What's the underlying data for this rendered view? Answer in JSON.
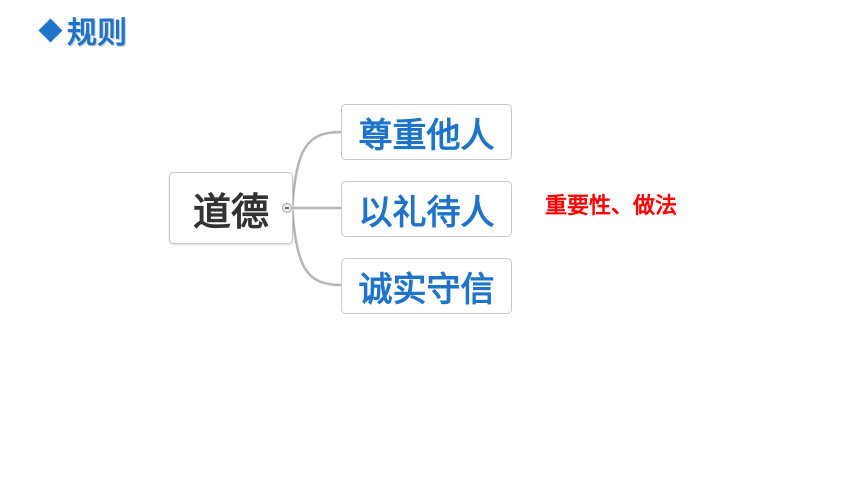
{
  "heading": {
    "marker": "diamond",
    "text": "规则"
  },
  "root": {
    "label": "道德"
  },
  "children": [
    {
      "label": "尊重他人"
    },
    {
      "label": "以礼待人"
    },
    {
      "label": "诚实守信"
    }
  ],
  "annotation": "重要性、做法",
  "colors": {
    "accent_blue": "#1E74C8",
    "root_text": "#333333",
    "connector": "#B5B5B5",
    "annotation_red": "#FF0000"
  }
}
